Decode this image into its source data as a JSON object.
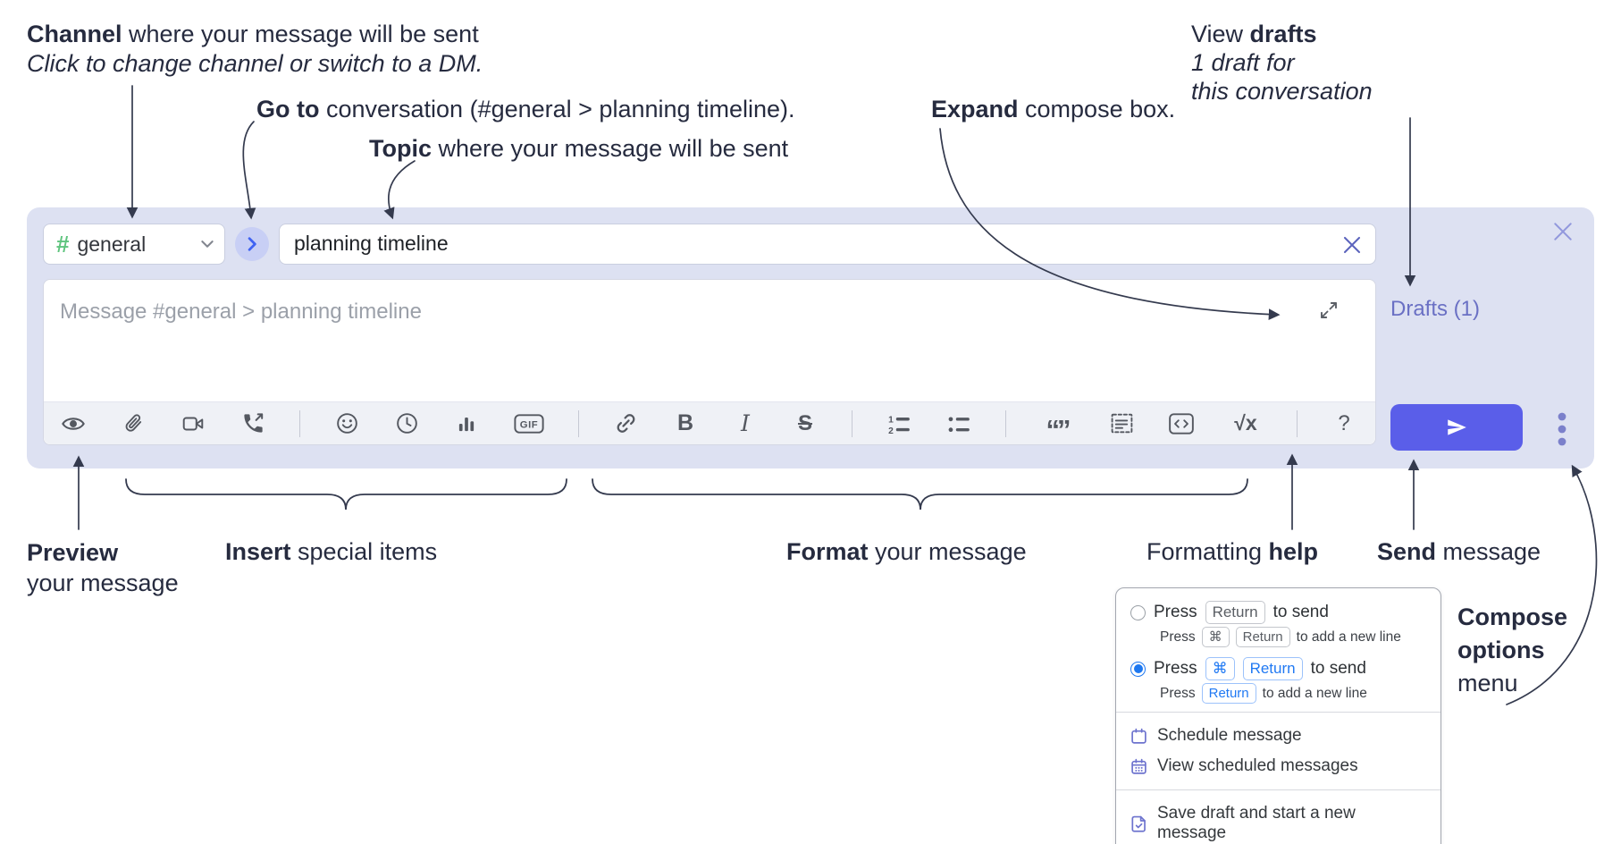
{
  "ann": {
    "channel": {
      "bold": "Channel",
      "rest": " where your message will be sent",
      "sub": "Click to change channel or switch to a DM."
    },
    "goto": {
      "bold": "Go to",
      "rest": " conversation (#general > planning timeline)."
    },
    "topic": {
      "bold": "Topic",
      "rest": " where your message will be sent"
    },
    "expand": {
      "bold": "Expand",
      "rest": " compose box."
    },
    "drafts": {
      "pre": "View ",
      "bold": "drafts",
      "line2": "1 draft for",
      "line3": "this conversation"
    },
    "preview": {
      "bold": "Preview",
      "line2": "your message"
    },
    "insert": {
      "bold": "Insert",
      "rest": " special items"
    },
    "format": {
      "bold": "Format",
      "rest": " your message"
    },
    "fmthelp": {
      "pre": "Formatting ",
      "bold": "help"
    },
    "send": {
      "bold": "Send",
      "rest": " message"
    },
    "compose_menu": {
      "bold1": "Compose",
      "bold2": "options",
      "rest": "menu"
    }
  },
  "compose": {
    "channel_hash": "#",
    "channel_name": "general",
    "topic_value": "planning timeline",
    "message_placeholder": "Message #general > planning timeline",
    "drafts_label": "Drafts (1)"
  },
  "toolbar": {
    "gif": "GIF",
    "bold": "B",
    "italic": "I",
    "strike": "S",
    "ol1": "1",
    "ol2": "2",
    "quote": "“”",
    "math": "√x",
    "help": "?"
  },
  "send_options": {
    "press": "Press",
    "to_send": "to send",
    "new_line": "to add a new line",
    "return_key": "Return",
    "cmd_key": "⌘"
  },
  "menu": {
    "schedule": "Schedule message",
    "view_scheduled": "View scheduled messages",
    "save_draft": "Save draft and start a new message"
  },
  "colors": {
    "accent_send": "#5a5ee9",
    "drafts_link": "#6a70c4",
    "hash_green": "#5fc47e",
    "kbd_blue": "#2079f3",
    "compose_bg": "#dde1f2",
    "annotation_ink": "#262b3f"
  }
}
